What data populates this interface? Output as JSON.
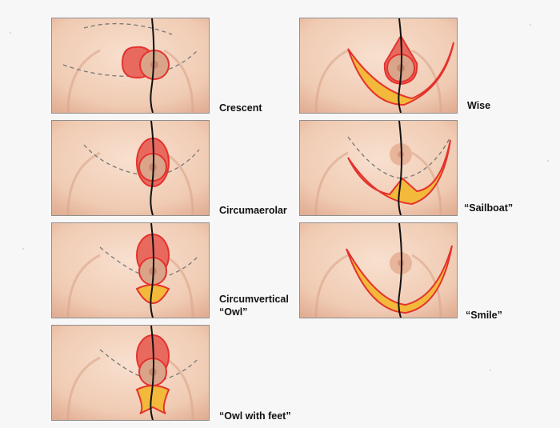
{
  "panels": [
    {
      "id": "crescent",
      "label": "Crescent"
    },
    {
      "id": "circumaerolar",
      "label": "Circumaerolar"
    },
    {
      "id": "circumvertical",
      "label": "Circumvertical\n“Owl”"
    },
    {
      "id": "owl-with-feet",
      "label": "“Owl with feet”"
    },
    {
      "id": "wise",
      "label": "Wise"
    },
    {
      "id": "sailboat",
      "label": "“Sailboat”"
    },
    {
      "id": "smile",
      "label": "“Smile”"
    }
  ],
  "colors": {
    "skin": "#f3d3be",
    "skin_shadow": "#e3b49a",
    "outline_red": "#e4322e",
    "excision_red": "#e86a5e",
    "fat_yellow": "#f2b93a",
    "areola": "#d9a489",
    "midline": "#111111",
    "dashed_line": "#777777"
  }
}
